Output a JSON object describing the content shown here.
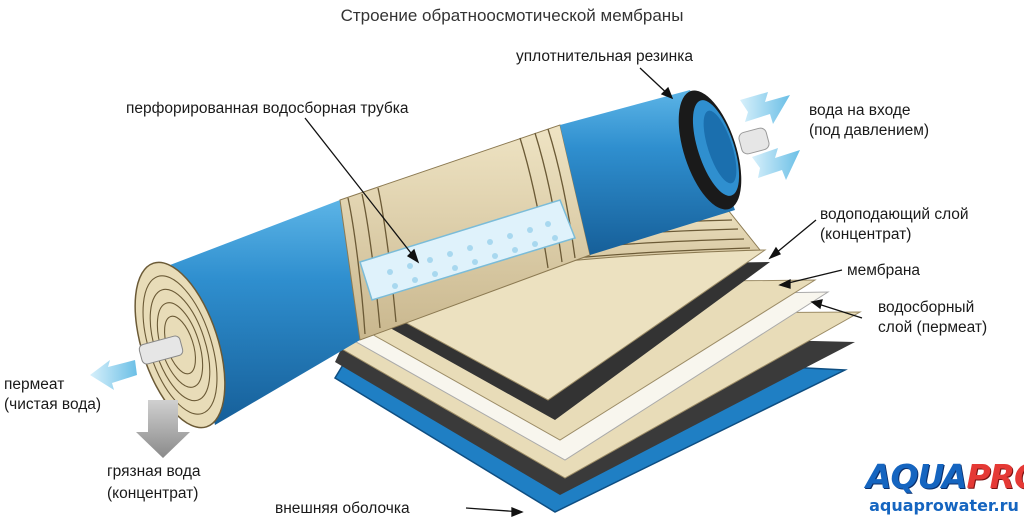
{
  "title": "Строение обратноосмотической мембраны",
  "labels": {
    "seal": "уплотнительная резинка",
    "tube": "перфорированная водосборная трубка",
    "inlet_1": "вода на входе",
    "inlet_2": "(под давлением)",
    "feed_1": "водоподающий слой",
    "feed_2": "(концентрат)",
    "membrane": "мембрана",
    "collect_1": "водосборный",
    "collect_2": "слой (пермеат)",
    "permeate_1": "пермеат",
    "permeate_2": "(чистая вода)",
    "dirty_1": "грязная вода",
    "dirty_2": "(концентрат)",
    "shell": "внешняя оболочка"
  },
  "logo": {
    "brand_a": "AQUA",
    "brand_b": "PRO",
    "site": "aquaprowater.ru"
  },
  "colors": {
    "shell_blue": "#2f8fcf",
    "shell_dark": "#1b6fae",
    "layer_tan": "#e8dcb8",
    "layer_dark": "#3b3b3b",
    "arrow_blue": "#8fd0ec",
    "arrow_grey": "#9a9a9a",
    "logo_blue": "#1565c0",
    "logo_red": "#e53935"
  }
}
